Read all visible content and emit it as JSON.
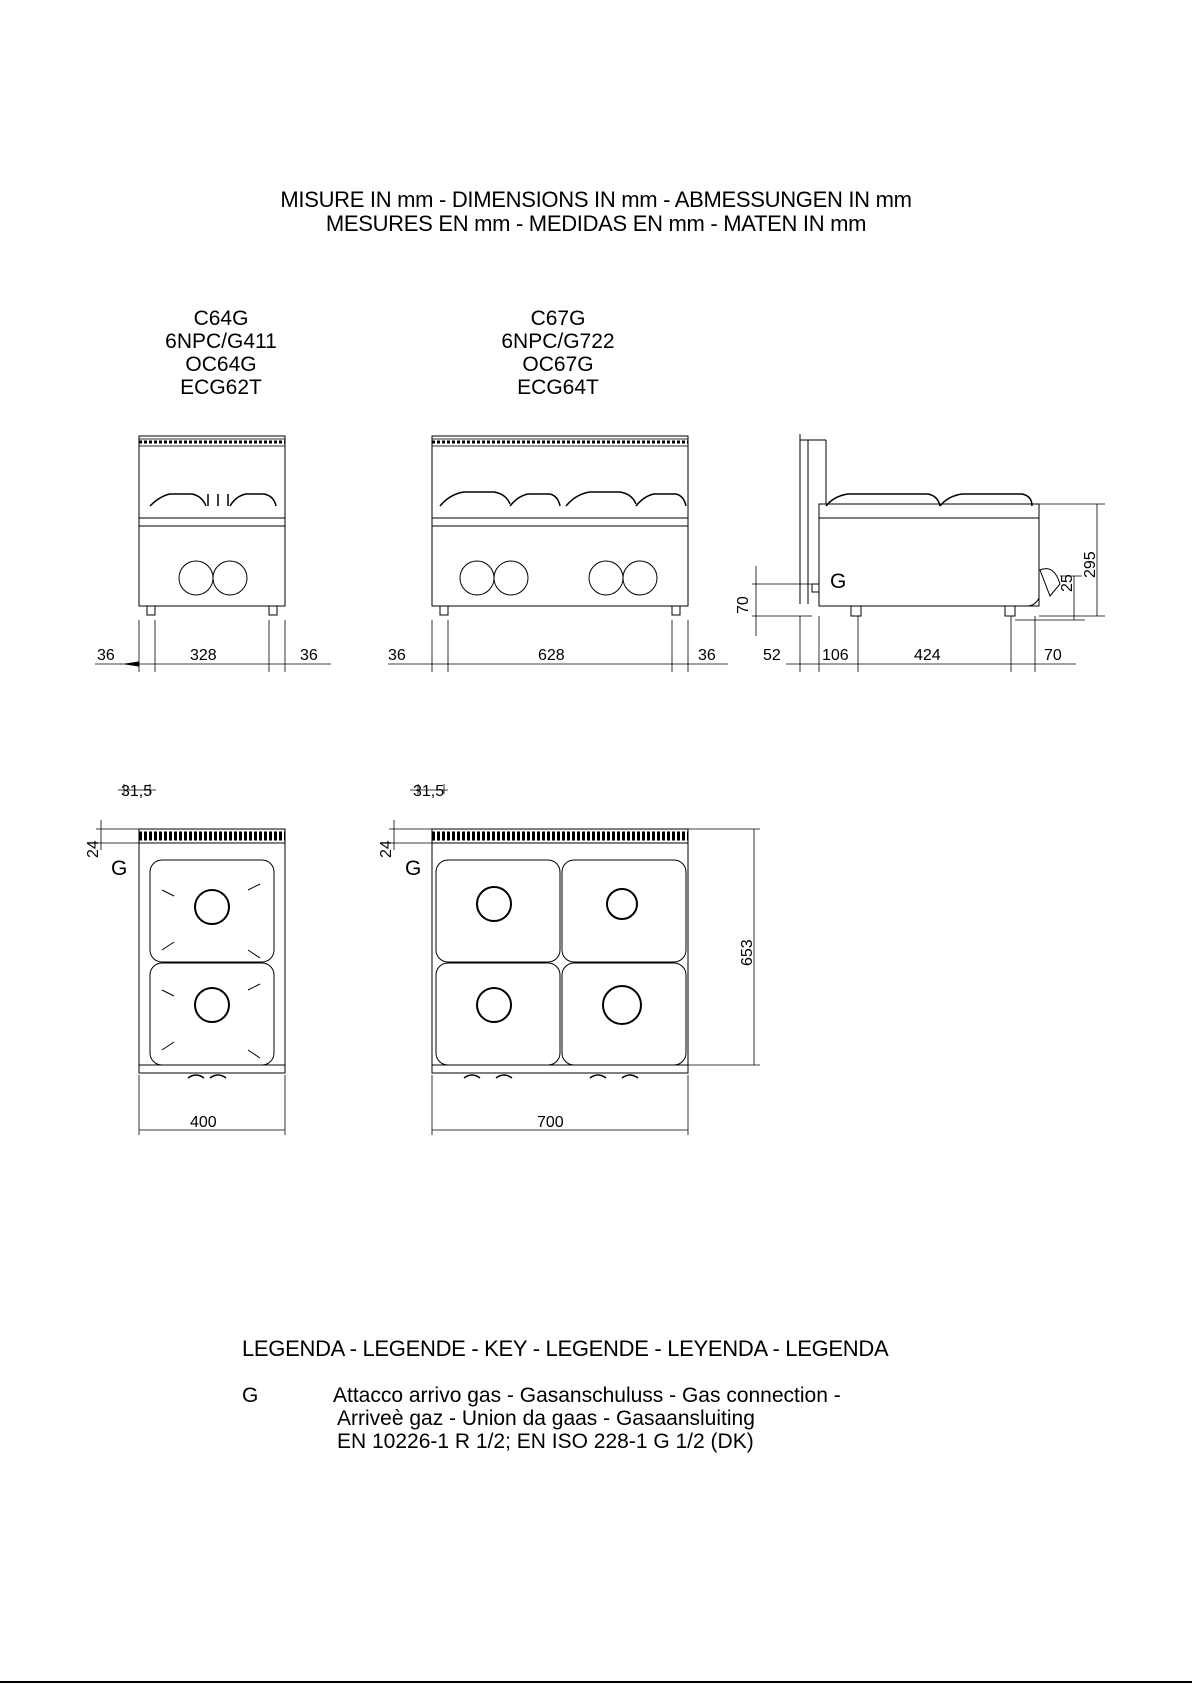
{
  "header": {
    "line1": "MISURE IN mm - DIMENSIONS IN mm - ABMESSUNGEN IN mm",
    "line2": "MESURES EN mm - MEDIDAS EN mm - MATEN IN mm"
  },
  "models_left": [
    "C64G",
    "6NPC/G411",
    "OC64G",
    "ECG62T"
  ],
  "models_right": [
    "C67G",
    "6NPC/G722",
    "OC67G",
    "ECG64T"
  ],
  "front_small": {
    "dims": [
      "36",
      "328",
      "36"
    ]
  },
  "front_large": {
    "dims": [
      "36",
      "628",
      "36"
    ]
  },
  "side_view": {
    "g_label": "G",
    "dims_bottom": [
      "52",
      "106",
      "424",
      "70"
    ],
    "dim_70_height": "70",
    "dim_25": "25",
    "dim_295": "295"
  },
  "top_small": {
    "dim_offset": "31,5",
    "dim_depth_offset": "24",
    "g_label": "G",
    "width": "400"
  },
  "top_large": {
    "dim_offset": "31,5",
    "dim_depth_offset": "24",
    "g_label": "G",
    "width": "700",
    "depth": "653"
  },
  "legend": {
    "title": "LEGENDA - LEGENDE - KEY - LEGENDE - LEYENDA - LEGENDA",
    "key": "G",
    "line1": "Attacco arrivo gas - Gasanschuluss - Gas connection -",
    "line2": "Arriveè gaz - Union da gaas - Gasaansluiting",
    "line3": "EN 10226-1 R 1/2; EN ISO 228-1 G 1/2 (DK)"
  }
}
